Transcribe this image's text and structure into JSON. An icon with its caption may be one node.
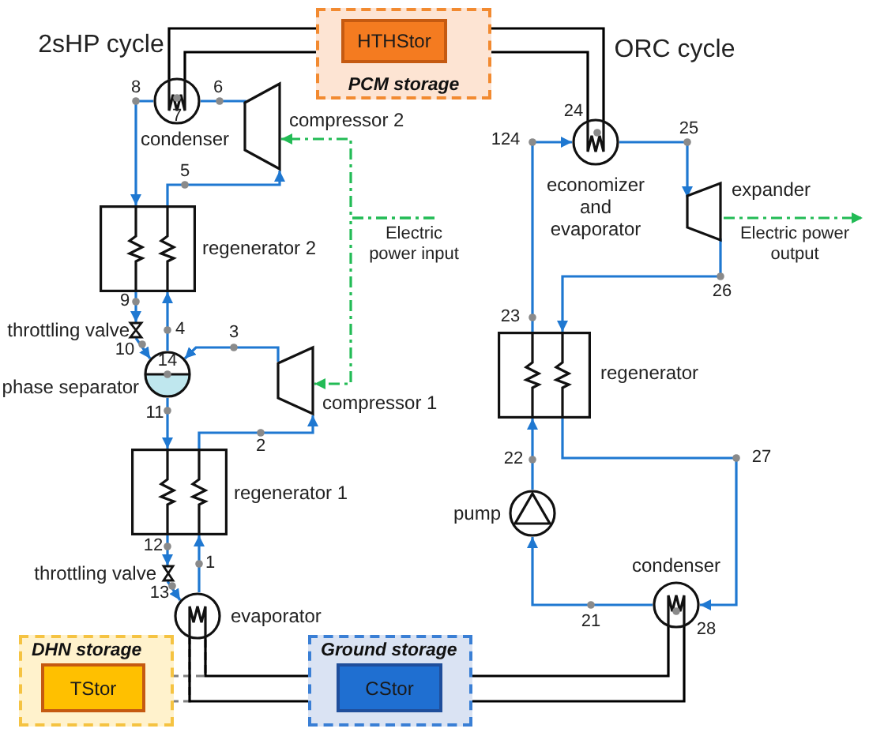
{
  "diagram": {
    "nodes": [
      {
        "text": [
          "PCM storage"
        ]
      },
      {
        "text": [
          "HTHStor"
        ],
        "in": 0
      },
      {
        "text": [
          "DHN storage"
        ]
      },
      {
        "text": [
          "TStor"
        ],
        "in": 2
      },
      {
        "text": [
          "Ground storage"
        ]
      },
      {
        "text": [
          "CStor"
        ],
        "in": 4
      },
      {
        "text": [
          "condenser"
        ]
      },
      {
        "text": [
          "compressor 2"
        ]
      },
      {
        "text": [
          "regenerator 2"
        ]
      },
      {
        "text": [
          "throttling valve"
        ]
      },
      {
        "text": [
          "phase separator"
        ]
      },
      {
        "text": [
          "compressor 1"
        ]
      },
      {
        "text": [
          "regenerator 1"
        ]
      },
      {
        "text": [
          "throttling valve"
        ]
      },
      {
        "text": [
          "evaporator"
        ]
      },
      {
        "text": [
          "economizer and evaporator"
        ]
      },
      {
        "text": [
          "expander"
        ]
      },
      {
        "text": [
          "regenerator"
        ]
      },
      {
        "text": [
          "pump"
        ]
      },
      {
        "text": [
          "condenser"
        ]
      },
      {
        "text": [
          "Electric power input"
        ]
      },
      {
        "text": [
          "Electric power output"
        ]
      }
    ],
    "edges": [
      {
        "from": 6,
        "to": 8,
        "arrow": "to"
      },
      {
        "from": 7,
        "to": 6,
        "arrow": "none"
      },
      {
        "from": 8,
        "to": 7,
        "arrow": "to"
      },
      {
        "from": 8,
        "to": 9,
        "arrow": "to"
      },
      {
        "from": 9,
        "to": 10,
        "arrow": "to"
      },
      {
        "from": 10,
        "to": 8,
        "arrow": "to"
      },
      {
        "from": 11,
        "to": 10,
        "arrow": "to"
      },
      {
        "from": 10,
        "to": 12,
        "arrow": "to"
      },
      {
        "from": 12,
        "to": 11,
        "arrow": "to"
      },
      {
        "from": 12,
        "to": 13,
        "arrow": "to"
      },
      {
        "from": 13,
        "to": 14,
        "arrow": "to"
      },
      {
        "from": 14,
        "to": 12,
        "arrow": "to"
      },
      {
        "from": 1,
        "to": 6,
        "arrow": "none",
        "color": "#000000"
      },
      {
        "from": 1,
        "to": 6,
        "arrow": "none",
        "color": "#000000"
      },
      {
        "from": 1,
        "to": 15,
        "arrow": "none",
        "color": "#000000"
      },
      {
        "from": 1,
        "to": 15,
        "arrow": "none",
        "color": "#000000"
      },
      {
        "from": 3,
        "to": 14,
        "arrow": "none",
        "style": "dashed",
        "color": "#808080"
      },
      {
        "from": 3,
        "to": 14,
        "arrow": "none",
        "style": "dashed",
        "color": "#808080"
      },
      {
        "from": 14,
        "to": 5,
        "arrow": "none",
        "color": "#000000"
      },
      {
        "from": 14,
        "to": 5,
        "arrow": "none",
        "color": "#000000"
      },
      {
        "from": 5,
        "to": 19,
        "arrow": "none",
        "color": "#000000"
      },
      {
        "from": 5,
        "to": 19,
        "arrow": "none",
        "color": "#000000"
      },
      {
        "from": 15,
        "to": 16,
        "arrow": "to"
      },
      {
        "from": 16,
        "to": 17,
        "arrow": "to"
      },
      {
        "from": 17,
        "to": 15,
        "arrow": "to"
      },
      {
        "from": 17,
        "to": 19,
        "arrow": "to"
      },
      {
        "from": 19,
        "to": 18,
        "arrow": "to"
      },
      {
        "from": 18,
        "to": 17,
        "arrow": "to"
      },
      {
        "from": 20,
        "to": 7,
        "arrow": "to",
        "style": "dashed",
        "color": "#22bb55"
      },
      {
        "from": 20,
        "to": 11,
        "arrow": "to",
        "style": "dashed",
        "color": "#22bb55"
      },
      {
        "from": 16,
        "to": 21,
        "arrow": "to",
        "style": "dashed",
        "color": "#22bb55"
      }
    ],
    "labels": [
      "2sHP cycle",
      "ORC cycle",
      "8",
      "6",
      "7",
      "5",
      "9",
      "4",
      "3",
      "10",
      "14",
      "11",
      "2",
      "12",
      "1",
      "13",
      "124",
      "24",
      "25",
      "26",
      "23",
      "22",
      "27",
      "21",
      "28"
    ]
  }
}
